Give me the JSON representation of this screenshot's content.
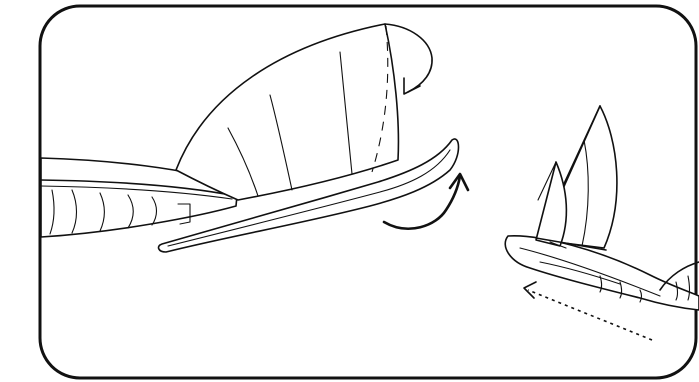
{
  "figure": {
    "frame": "rounded-rectangle",
    "panels": [
      {
        "name": "closeup-sail-rotation",
        "arrows": 2,
        "hinge_line": "dashed"
      },
      {
        "name": "boat-sailing-toward-upper-left",
        "motion_arrow": "dotted"
      }
    ],
    "ink_color": "#111111",
    "background_color": "#ffffff"
  }
}
